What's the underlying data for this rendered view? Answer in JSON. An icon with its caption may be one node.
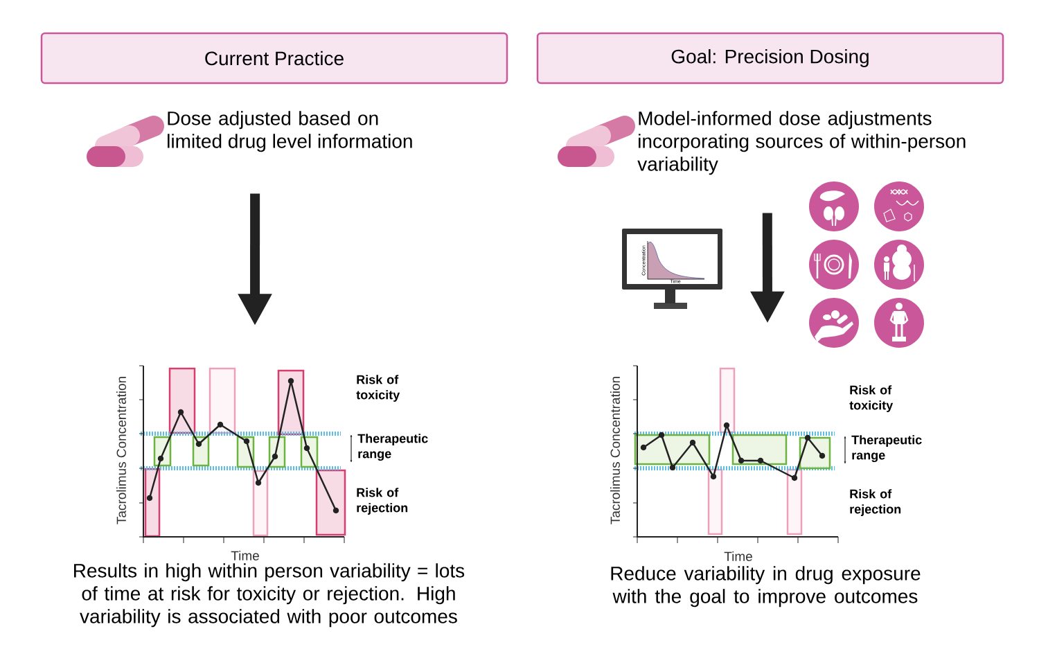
{
  "diagram": {
    "nodes": [
      {
        "text": [
          "Current Practice"
        ]
      },
      {
        "text": [
          "Goal: Precision Dosing"
        ]
      },
      {
        "text": [
          "Dose adjusted based on limited drug level information"
        ]
      },
      {
        "text": [],
        "shape": "picture"
      },
      {
        "text": [
          "Model-informed dose adjustments incorporating sources of within-person variability"
        ]
      },
      {
        "text": [],
        "shape": "picture"
      }
    ],
    "edges": [
      {
        "from": 2,
        "to": 3,
        "arrow": "to"
      },
      {
        "from": 4,
        "to": 5,
        "arrow": "to"
      }
    ],
    "labels": [
      "Tacrolimus Concentration",
      "Risk of toxicity",
      "Therapeutic range",
      "Risk of rejection",
      "Time",
      "Results in high within person variability = lots of time at risk for toxicity or rejection. High variability is associated with poor outcomes",
      "Concentration",
      "Time",
      "Tacrolimus Concentration",
      "Risk of toxicity",
      "Therapeutic range",
      "Risk of rejection",
      "Time",
      "Reduce variability in drug exposure with the goal to improve outcomes"
    ]
  }
}
